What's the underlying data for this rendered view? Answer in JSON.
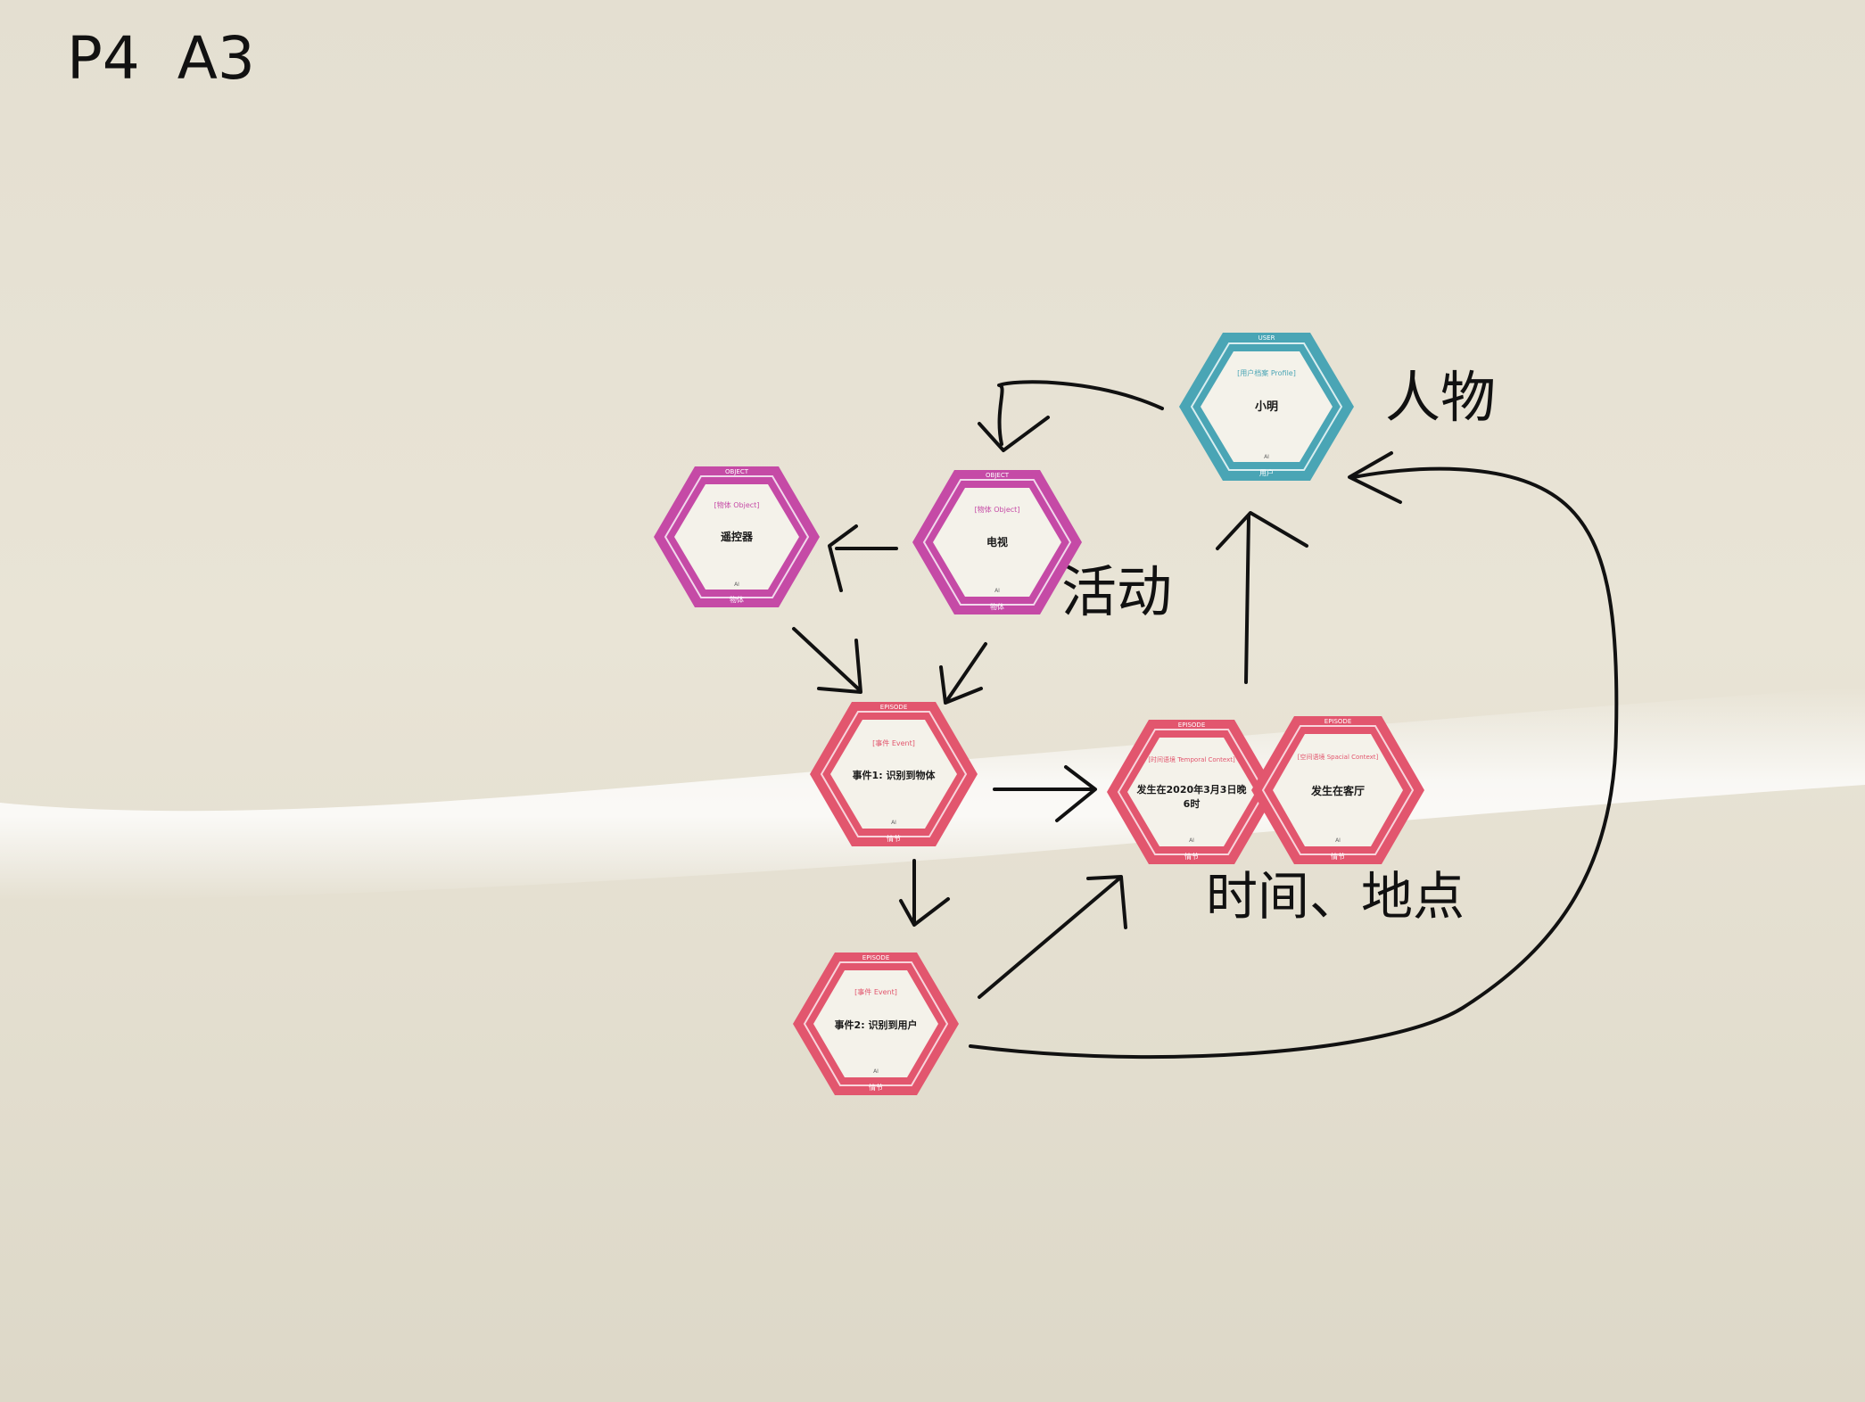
{
  "board": {
    "page_label": "P4  A3",
    "annotations": {
      "person": "人物",
      "activity": "活动",
      "time_place": "时间、地点"
    },
    "colors": {
      "board": "#e9e4d6",
      "user_card": "#4aa5b5",
      "object_card": "#c54aa6",
      "episode_card": "#e2566e",
      "ink": "#111111"
    }
  },
  "cards": {
    "user": {
      "top": "USER",
      "category": "[用户档案 Profile]",
      "title": "小明",
      "ai": "AI",
      "band": "用户",
      "icon": "hexagon-card"
    },
    "remote": {
      "top": "OBJECT",
      "category": "[物体 Object]",
      "title": "遥控器",
      "ai": "AI",
      "band": "物体",
      "icon": "hexagon-card"
    },
    "tv": {
      "top": "OBJECT",
      "category": "[物体 Object]",
      "title": "电视",
      "ai": "AI",
      "band": "物体",
      "icon": "hexagon-card"
    },
    "event1": {
      "top": "EPISODE",
      "category": "[事件 Event]",
      "title": "事件1: 识别到物体",
      "ai": "AI",
      "band": "情节",
      "icon": "hexagon-card"
    },
    "event2": {
      "top": "EPISODE",
      "category": "[事件 Event]",
      "title": "事件2: 识别到用户",
      "ai": "AI",
      "band": "情节",
      "icon": "hexagon-card"
    },
    "temporal": {
      "top": "EPISODE",
      "category": "[时间语境 Temporal Context]",
      "title_line1": "发生在2020年3月3日晚",
      "title_line2": "6时",
      "ai": "AI",
      "band": "情节",
      "icon": "hexagon-card"
    },
    "spatial": {
      "top": "EPISODE",
      "category": "[空间语境 Spacial Context]",
      "title": "发生在客厅",
      "ai": "AI",
      "band": "情节",
      "icon": "hexagon-card"
    }
  }
}
